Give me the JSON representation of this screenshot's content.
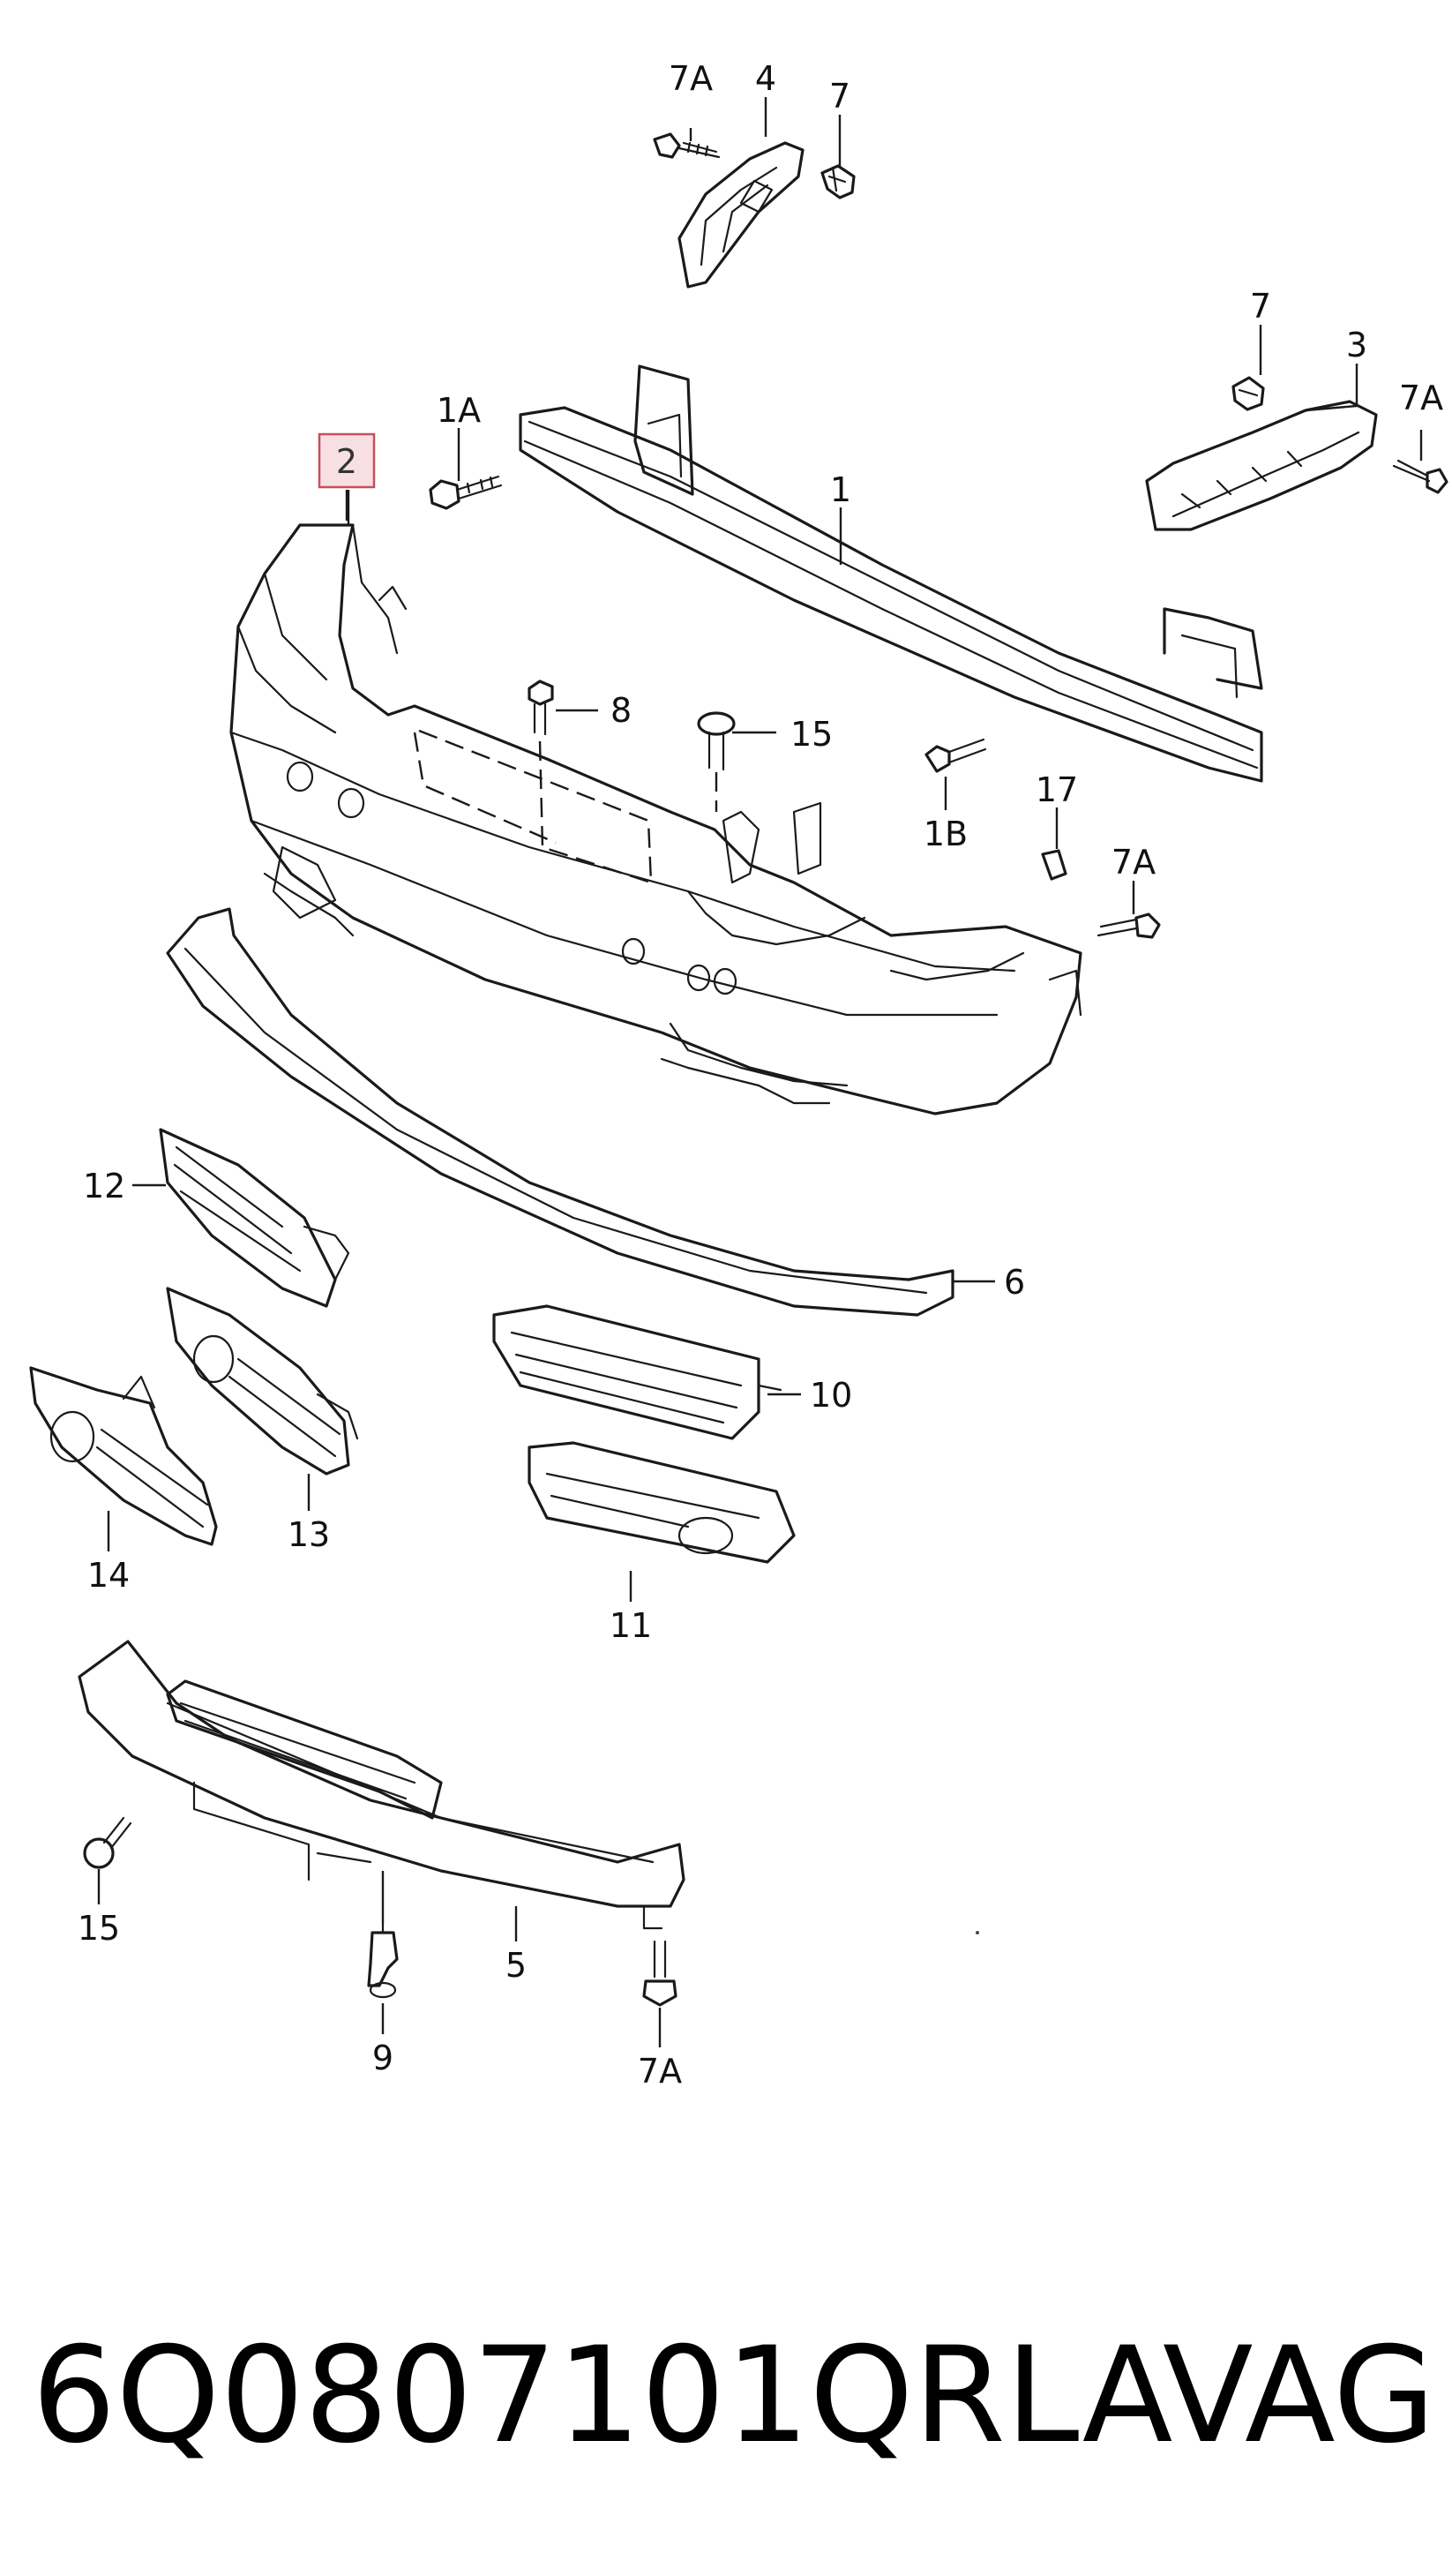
{
  "callouts": {
    "c1": "1",
    "c1A": "1A",
    "c1B": "1B",
    "c2": "2",
    "c3": "3",
    "c4": "4",
    "c5": "5",
    "c6": "6",
    "c7_top": "7",
    "c7_right": "7",
    "c7A_top": "7A",
    "c7A_right_top": "7A",
    "c7A_right_mid": "7A",
    "c7A_bottom": "7A",
    "c8": "8",
    "c9": "9",
    "c10": "10",
    "c11": "11",
    "c12": "12",
    "c13": "13",
    "c14": "14",
    "c15_top": "15",
    "c15_bottom": "15",
    "c17": "17"
  },
  "part_number": "6Q0807101QRLA",
  "brand": "VAG",
  "highlight": {
    "callout": "2",
    "fill": "#f7dfe3",
    "border": "#c4505c"
  }
}
